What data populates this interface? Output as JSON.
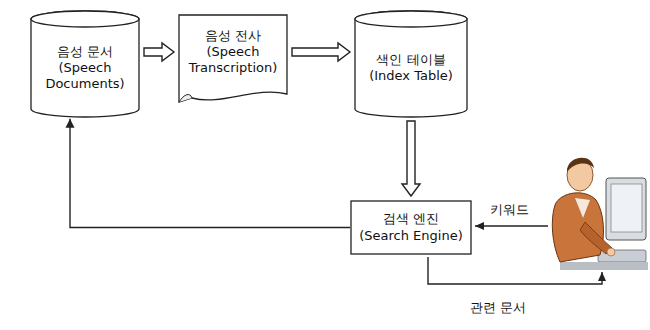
{
  "diagram": {
    "nodes": [
      {
        "text": [
          "음성 문서 (Speech Documents)"
        ]
      },
      {
        "text": [
          "음성 전사 (Speech Transcription)"
        ]
      },
      {
        "text": [
          "색인 테이블 (Index Table)"
        ]
      },
      {
        "text": [
          "검색 엔진 (Search Engine)"
        ]
      }
    ],
    "edges": [
      {
        "from": 0,
        "to": 1,
        "arrow": "to"
      },
      {
        "from": 1,
        "to": 2,
        "arrow": "to"
      },
      {
        "from": 2,
        "to": 3,
        "arrow": "to"
      },
      {
        "from": 3,
        "to": 0,
        "arrow": "to"
      }
    ],
    "labels": [
      "키워드",
      "관련 문서"
    ]
  }
}
